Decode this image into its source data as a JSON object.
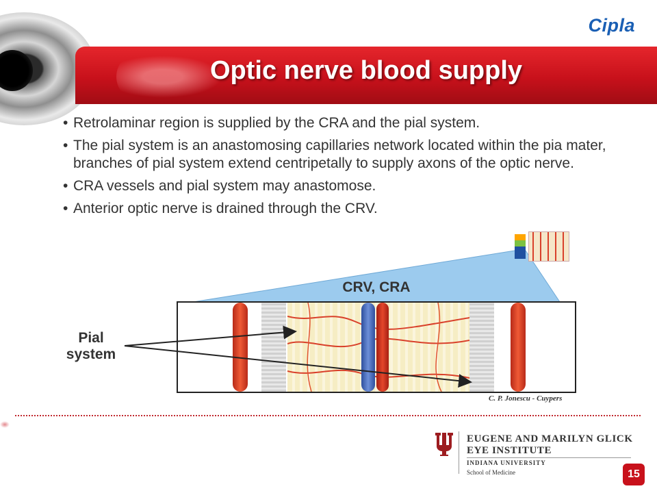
{
  "header": {
    "brand_logo": "Cipla",
    "title": "Optic nerve blood supply"
  },
  "bullets": [
    "Retrolaminar region is supplied by the CRA and the pial system.",
    "The pial system is an anastomosing capillaries network located within the pia mater, branches of pial system extend centripetally to supply axons of the optic nerve.",
    "CRA vessels and pial system may anastomose.",
    "Anterior optic nerve is drained through the CRV."
  ],
  "diagram": {
    "label_vessels": "CRV, CRA",
    "label_pial_line1": "Pial",
    "label_pial_line2": "system",
    "artist_signature": "C. P. Jonescu - Cuypers"
  },
  "footer": {
    "institute_line1": "EUGENE AND MARILYN GLICK",
    "institute_line2": "EYE INSTITUTE",
    "university": "INDIANA UNIVERSITY",
    "school": "School of Medicine",
    "page_number": "15"
  },
  "colors": {
    "title_band": "#c8111b",
    "brand_blue": "#1a5fb4",
    "body_text": "#333333",
    "artery": "#d9402a",
    "vein": "#3a5fb8",
    "callout_fan": "#9ccbee"
  }
}
